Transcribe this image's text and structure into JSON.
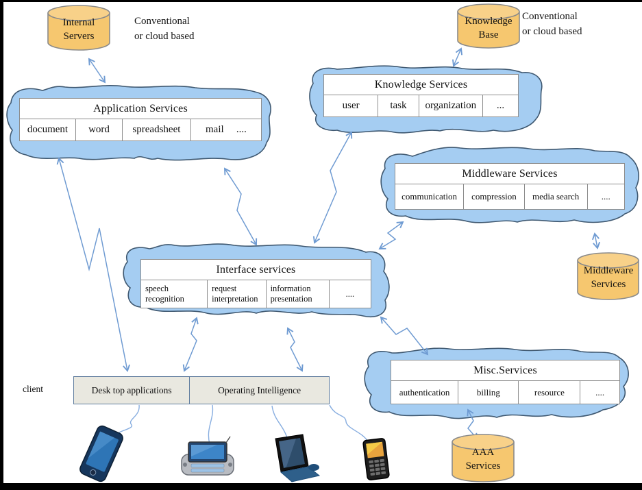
{
  "notes": {
    "left": {
      "line1": "Conventional",
      "line2": "or cloud based"
    },
    "right": {
      "line1": "Conventional",
      "line2": "or cloud based"
    }
  },
  "datastores": {
    "internal_servers": {
      "line1": "Internal",
      "line2": "Servers"
    },
    "knowledge_base": {
      "line1": "Knowledge",
      "line2": "Base"
    },
    "middleware": {
      "line1": "Middleware",
      "line2": "Services"
    },
    "aaa": {
      "line1": "AAA",
      "line2": "Services"
    }
  },
  "clouds": {
    "application": {
      "title": "Application Services",
      "cells": [
        "document",
        "word",
        "spreadsheet",
        "mail"
      ],
      "more": "...."
    },
    "knowledge": {
      "title": "Knowledge Services",
      "cells": [
        "user",
        "task",
        "organization"
      ],
      "more": "..."
    },
    "middleware": {
      "title": "Middleware Services",
      "cells": [
        "communication",
        "compression",
        "media search"
      ],
      "more": "...."
    },
    "interface": {
      "title": "Interface services",
      "cells": [
        "speech recognition",
        "request interpretation",
        "information presentation"
      ],
      "more": "...."
    },
    "misc": {
      "title": "Misc.Services",
      "cells": [
        "authentication",
        "billing",
        "resource"
      ],
      "more": "...."
    }
  },
  "client": {
    "label": "client",
    "cells": [
      "Desk top applications",
      "Operating  Intelligence"
    ]
  },
  "devices": [
    {
      "name": "smartphone"
    },
    {
      "name": "pda-phone"
    },
    {
      "name": "laptop"
    },
    {
      "name": "mobile-phone"
    }
  ],
  "colors": {
    "cloud_fill": "#a5cdf2",
    "cloud_stroke": "#3f5870",
    "cylinder_fill": "#f6c76f",
    "cylinder_top_fill": "#f8d189",
    "arrow": "#6f9bd2",
    "client_box_fill": "#e9e8e0"
  }
}
